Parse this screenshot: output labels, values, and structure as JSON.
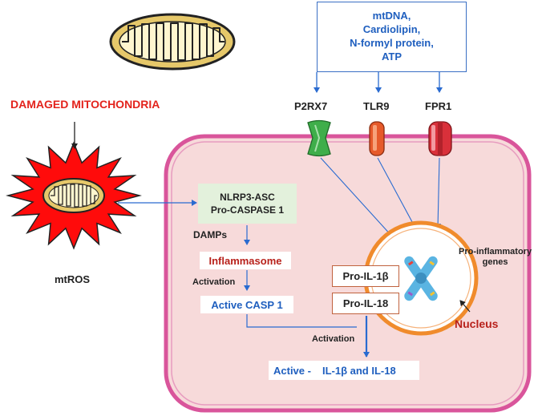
{
  "header": {
    "damaged_label": "DAMAGED MITOCHONDRIA",
    "damps_box_lines": [
      "mtDNA,",
      "Cardiolipin,",
      "N-formyl protein,",
      "ATP"
    ]
  },
  "receptors": [
    "P2RX7",
    "TLR9",
    "FPR1"
  ],
  "left": {
    "mtros_label": "mtROS"
  },
  "pathway": {
    "nlrp_lines": [
      "NLRP3-ASC",
      "Pro-CASPASE 1"
    ],
    "damps_label": "DAMPs",
    "inflammasome_label": "Inflammasome",
    "activation_label_1": "Activation",
    "active_casp_label": "Active CASP 1",
    "activation_label_2": "Activation",
    "active_prefix": "Active -",
    "active_products": "IL-1β and IL-18"
  },
  "nucleus": {
    "pro_il1b_label": "Pro-IL-1β",
    "pro_il18_label": "Pro-IL-18",
    "genes_label_lines": [
      "Pro-inflammatory",
      "genes"
    ],
    "nucleus_label": "Nucleus"
  },
  "colors": {
    "cell_fill": "#f7dada",
    "cell_border": "#d9559b",
    "arrow_blue": "#2a6bd0",
    "label_red": "#e3231c",
    "label_blue": "#1f5fbf",
    "nucleus_orange": "#f08b2c",
    "p2rx7_green": "#3fae4a",
    "tlr9_orange": "#e65a2a",
    "fpr1_red": "#d9303a"
  }
}
